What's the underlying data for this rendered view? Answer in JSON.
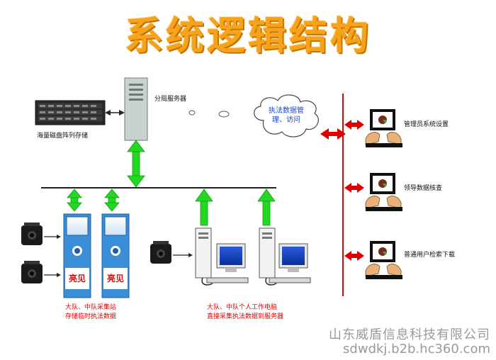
{
  "title": "系统逻辑结构",
  "storage": {
    "label": "海量磁盘阵列存储"
  },
  "server": {
    "label": "分局服务器"
  },
  "cloud": {
    "label": "执法数据管理、访问"
  },
  "kiosks": {
    "brand": "亮见",
    "caption_line1": "大队、中队采集站",
    "caption_line2": "存储临时执法数据"
  },
  "workstations": {
    "caption_line1": "大队、中队个人工作电脑",
    "caption_line2": "直接采集执法数据到服务器"
  },
  "clients": [
    {
      "label": "管理员系统设置"
    },
    {
      "label": "领导数据核查"
    },
    {
      "label": "普通用户检索下载"
    }
  ],
  "footer": {
    "company": "山东威盾信息科技有限公司",
    "url": "sdwdkj.b2b.hc360.com"
  },
  "colors": {
    "title": "#f7a21b",
    "green_arrow": "#22d822",
    "red_arrow": "#e00000",
    "server": "#c9d2cf",
    "kiosk_blue": "#3a8ed8"
  }
}
